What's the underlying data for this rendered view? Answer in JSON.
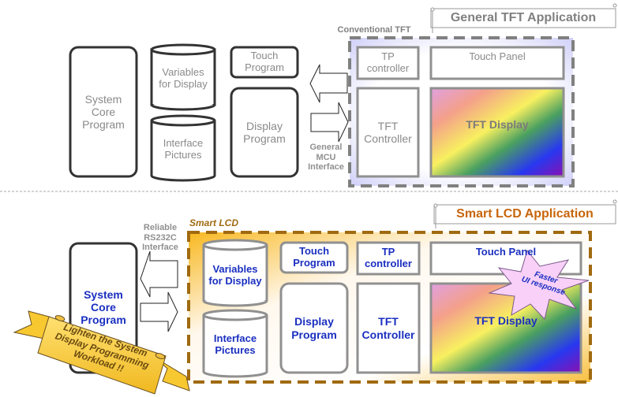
{
  "top": {
    "banner": "General TFT Application",
    "container_label": "Conventional TFT",
    "system_core": "System\nCore\nProgram",
    "variables": "Variables\nfor Display",
    "interface_pictures": "Interface\nPictures",
    "touch_program": "Touch\nProgram",
    "display_program": "Display\nProgram",
    "tp_controller": "TP\ncontroller",
    "touch_panel": "Touch Panel",
    "tft_controller": "TFT\nController",
    "tft_display": "TFT Display",
    "interface_label": "General\nMCU\nInterface"
  },
  "bottom": {
    "banner": "Smart LCD Application",
    "container_label": "Smart LCD",
    "system_core": "System\nCore\nProgram",
    "variables": "Variables\nfor Display",
    "interface_pictures": "Interface\nPictures",
    "touch_program": "Touch\nProgram",
    "display_program": "Display\nProgram",
    "tp_controller": "TP\ncontroller",
    "touch_panel": "Touch Panel",
    "tft_controller": "TFT\nController",
    "tft_display": "TFT Display",
    "interface_label": "Reliable\nRS232C\nInterface",
    "burst": "Faster\nUI response",
    "ribbon": "Lighten the System\nDisplay Programming\nWorkload !!"
  },
  "colors": {
    "grey_text": "#8a8a8a",
    "blue_text": "#1a2fc0",
    "orange_text": "#c8650a",
    "smart_border": "#a06a10"
  }
}
